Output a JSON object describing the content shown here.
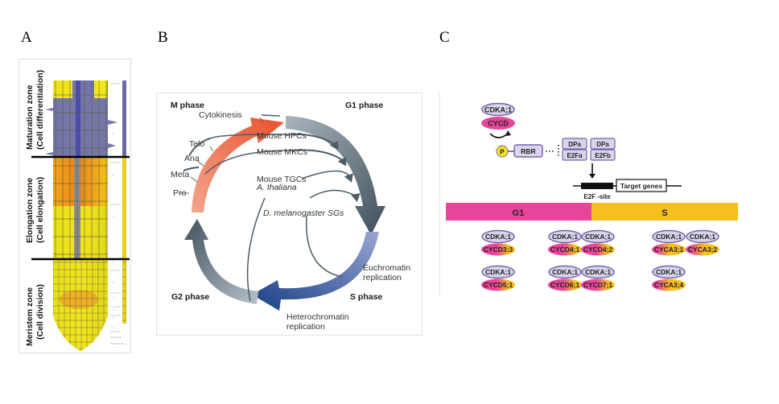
{
  "panel_labels": {
    "a": "A",
    "b": "B",
    "c": "C"
  },
  "panel_a": {
    "zones": [
      {
        "name": "Maturation  zone",
        "sub": "(Cell differentiation)"
      },
      {
        "name": "Elongation zone",
        "sub": "(Cell   elongation)"
      },
      {
        "name": "Meristem zone",
        "sub": "(Cell division)"
      }
    ],
    "scale_ticks": [
      "9",
      "8",
      "7",
      "6",
      "5",
      "4",
      "3",
      "2",
      "1"
    ],
    "footnotes": [
      "Columella",
      "Note that the c"
    ]
  },
  "panel_b": {
    "phases": {
      "m": "M phase",
      "g1": "G1 phase",
      "s": "S phase",
      "g2": "G2 phase"
    },
    "m_substages": [
      "Cytokinesis",
      "Telo",
      "Ana",
      "Meta",
      "Pro"
    ],
    "variant_cycles": {
      "hpc": "Mouse HPCs",
      "mkc": "Mouse MKCs",
      "tgc_line1": "Mouse TGCs",
      "tgc_line2": "A. thaliana",
      "sg": "D. melanogaster SGs"
    },
    "euchromatin": [
      "Euchromatin",
      "replication"
    ],
    "heterochromatin": [
      "Heterochromatin",
      "replication"
    ]
  },
  "panel_c": {
    "top_complex": {
      "cdk": "CDKA;1",
      "cyc": "CYCD"
    },
    "phospho": "P",
    "rbr": "RBR",
    "dimers": [
      {
        "top": "DPa",
        "bottom": "E2Fa"
      },
      {
        "top": "DPa",
        "bottom": "E2Fb"
      }
    ],
    "e2f_site": "E2F -site",
    "target_genes": "Target genes",
    "phase_bar": {
      "g1": "G1",
      "s": "S",
      "g1_color": "#e8449a",
      "s_color": "#f6bf1e"
    },
    "complexes": [
      {
        "cdk": "CDKA;1",
        "cyc": "CYCD3;3"
      },
      {
        "cdk": "CDKA;1",
        "cyc": "CYCD4;1"
      },
      {
        "cdk": "CDKA;1",
        "cyc": "CYCD4;2"
      },
      {
        "cdk": "CDKA;1",
        "cyc": "CYCA3;1"
      },
      {
        "cdk": "CDKA;1",
        "cyc": "CYCA3;2"
      },
      {
        "cdk": "CDKA;1",
        "cyc": "CYCD5;1"
      },
      {
        "cdk": "CDKA;1",
        "cyc": "CYCD6;1"
      },
      {
        "cdk": "CDKA;1",
        "cyc": "CYCD7;1"
      },
      {
        "cdk": "CDKA;1",
        "cyc": "CYCA3;4"
      }
    ]
  }
}
